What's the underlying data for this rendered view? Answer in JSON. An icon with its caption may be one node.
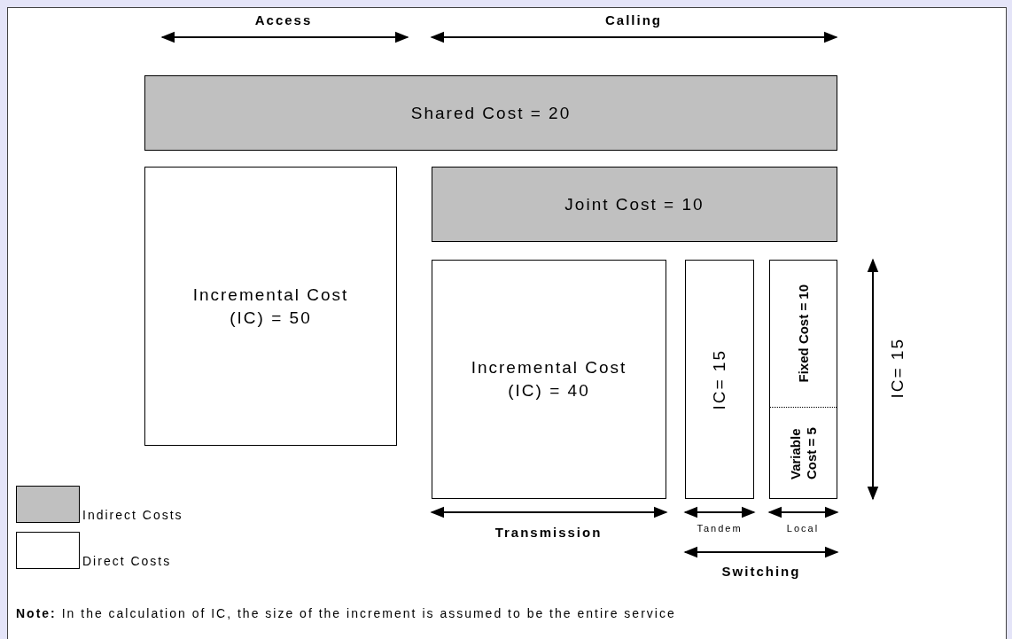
{
  "diagram": {
    "nodes": [
      {
        "text": [
          "Shared Cost = 20"
        ]
      },
      {
        "text": [
          "Incremental Cost (IC) = 50"
        ]
      },
      {
        "text": [
          "Joint Cost = 10"
        ]
      },
      {
        "text": [
          "Incremental Cost (IC) = 40"
        ]
      },
      {
        "text": [
          "IC= 15"
        ]
      },
      {
        "text": [
          "Fixed Cost = 10",
          "Variable Cost = 5"
        ]
      }
    ],
    "labels": [
      "Access",
      "Calling",
      "IC= 15",
      "Transmission",
      "Tandem",
      "Local",
      "Switching",
      "**Note:** In the calculation of IC, the size of the increment is assumed to be the entire service"
    ],
    "legend": [
      {
        "text": "Indirect Costs",
        "color": "#c0c0c0"
      },
      {
        "text": "Direct Costs",
        "color": "#ffffff"
      }
    ]
  }
}
